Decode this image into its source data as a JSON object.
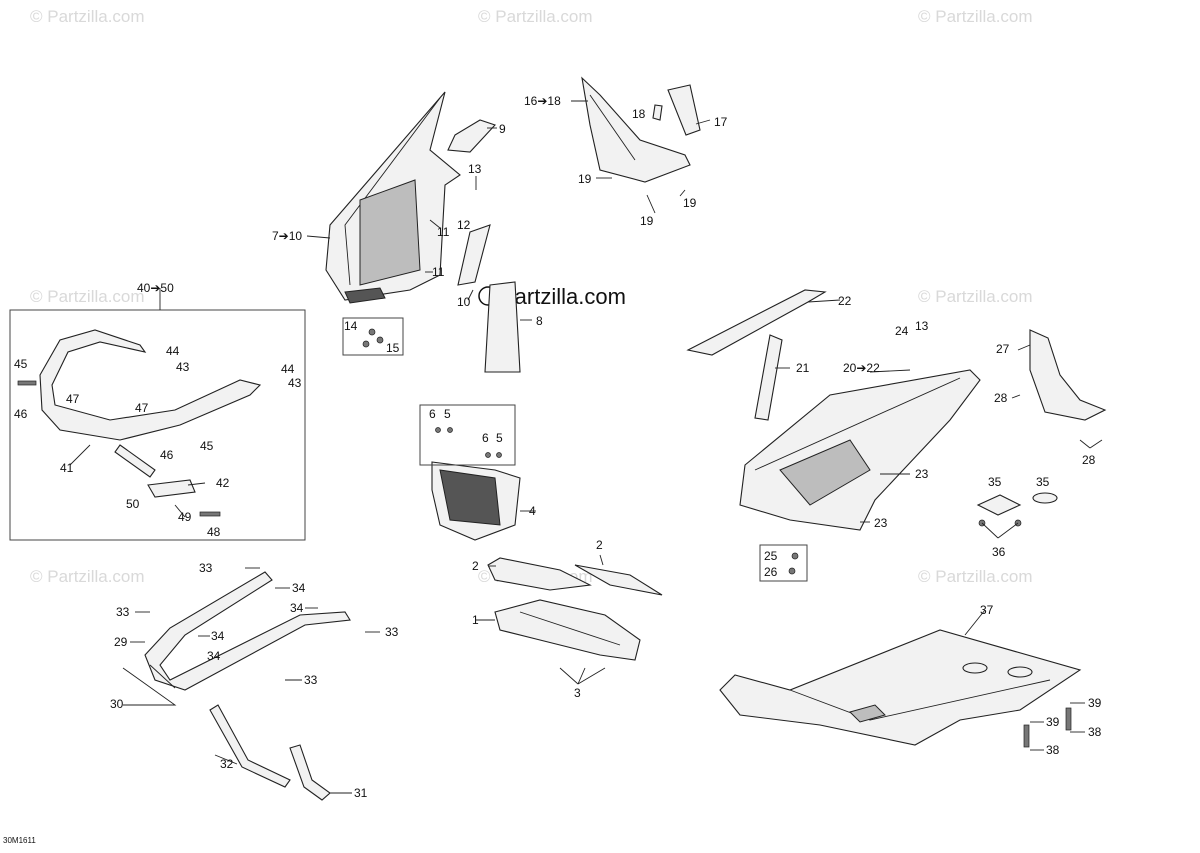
{
  "diagram": {
    "figure_code": "30M1611",
    "brand": "Partzilla.com",
    "watermark": "© Partzilla.com",
    "callouts": [
      "1",
      "2",
      "2",
      "3",
      "4",
      "5",
      "5",
      "6",
      "6",
      "7➔10",
      "8",
      "9",
      "10",
      "11",
      "11",
      "12",
      "13",
      "13",
      "14",
      "15",
      "16➔18",
      "17",
      "18",
      "19",
      "19",
      "19",
      "20➔22",
      "21",
      "22",
      "23",
      "23",
      "24",
      "25",
      "26",
      "27",
      "28",
      "28",
      "29",
      "30",
      "31",
      "32",
      "33",
      "33",
      "33",
      "33",
      "34",
      "34",
      "34",
      "34",
      "35",
      "35",
      "36",
      "37",
      "38",
      "38",
      "39",
      "39",
      "40➔50",
      "41",
      "42",
      "43",
      "43",
      "44",
      "44",
      "45",
      "45",
      "46",
      "46",
      "47",
      "47",
      "48",
      "49",
      "50"
    ]
  }
}
